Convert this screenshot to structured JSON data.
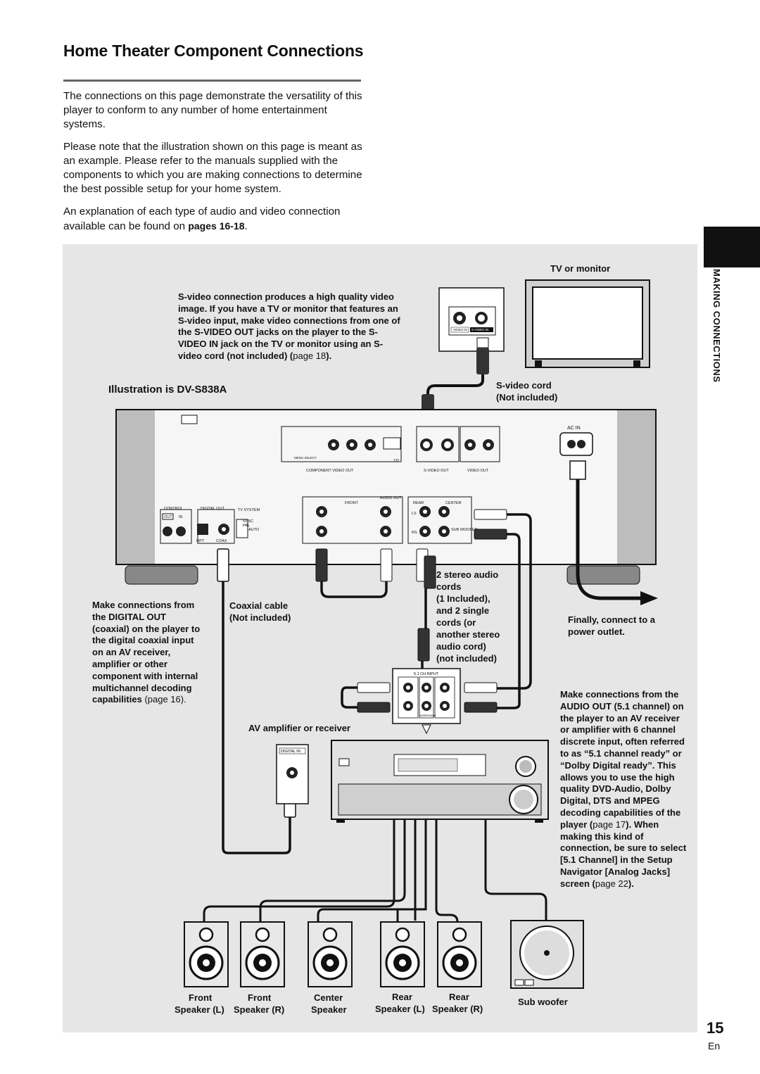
{
  "heading": "Home Theater Component Connections",
  "intro": [
    "The connections on this page demonstrate the versatility of this player to conform to any number of home entertainment systems.",
    "Please note that the illustration shown on this page is meant as an example. Please refer to the manuals supplied with the components to which you are making connections to determine the best possible setup for your home system."
  ],
  "intro3_text": "An explanation of each type of audio and video connection available can be found on ",
  "intro3_pages": "pages 16-18",
  "intro3_end": ".",
  "side_tab": "MAKING CONNECTIONS",
  "page_number": "15",
  "language": "En",
  "diagram": {
    "tv_label": "TV or monitor",
    "svideo_note": "S-video connection produces a high quality video image. If you have a TV or monitor that features an S-video input, make video connections from one of the S-VIDEO OUT jacks on the player to the S-VIDEO IN jack on the TV or monitor using an S-video cord (not included)",
    "svideo_note_page": "page 18",
    "svideo_note_end": ").",
    "illustration_label": "Illustration is DV-S838A",
    "svideo_cord": "S-video cord",
    "not_included": "(Not included)",
    "coax_cable": "Coaxial cable",
    "coax_not_included": "(Not included)",
    "digital_note": "Make connections from the DIGITAL OUT (coaxial) on the player to the digital coaxial input on an AV receiver, amplifier or other component with internal multichannel decoding capabilities",
    "digital_note_page": "(page 16).",
    "stereo_cords": [
      "2 stereo audio",
      "cords",
      "(1 Included),",
      "and 2 single",
      "cords (or",
      "another stereo",
      "audio cord)",
      "(not included)"
    ],
    "power_note": "Finally, connect to a power outlet.",
    "av_receiver": "AV amplifier or receiver",
    "audio_out_note": "Make connections from the AUDIO OUT (5.1 channel) on the player to an AV receiver or amplifier with 6 channel discrete input, often referred to as “5.1 channel ready” or “Dolby Digital ready”. This allows you to use the high quality DVD-Audio, Dolby Digital, DTS and MPEG decoding capabilities of the player",
    "audio_out_note_page": "page 17",
    "audio_out_note_tail": "). When making this kind of connection, be sure to select [5.1 Channel] in the Setup Navigator [Analog Jacks] screen (",
    "audio_out_note_page2": "page 22",
    "audio_out_note_end": ").",
    "speakers": [
      {
        "line1": "Front",
        "line2": "Speaker (L)"
      },
      {
        "line1": "Front",
        "line2": "Speaker (R)"
      },
      {
        "line1": "Center",
        "line2": "Speaker"
      },
      {
        "line1": "Rear",
        "line2": "Speaker (L)"
      },
      {
        "line1": "Rear",
        "line2": "Speaker (R)"
      }
    ],
    "subwoofer": "Sub woofer",
    "panel_labels": {
      "ac_in": "AC IN",
      "component_video_out": "COMPONENT VIDEO OUT",
      "svideo_out": "S-VIDEO OUT",
      "video_out": "VIDEO OUT",
      "audio_out": "AUDIO OUT",
      "front": "FRONT",
      "rear": "REAR",
      "center": "CENTER",
      "control": "CONTROL",
      "digital_out": "DIGITAL OUT",
      "tv_system": "TV SYSTEM",
      "opt": "OPT",
      "coax": "COAX",
      "out": "OUT",
      "in": "IN",
      "ntsc": "NTSC",
      "pal": "PAL",
      "auto": "AUTO",
      "sub_woofer": "SUB WOOFER",
      "ls": "LS",
      "rs": "RS",
      "ch51_input": "5.1 CH INPUT",
      "digital_in": "DIGITAL IN",
      "video_in": "VIDEO IN",
      "svideo_in": "S-VIDEO IN",
      "surround": "SURROUND",
      "d2": "D2",
      "menu_select": "MENU SELECT"
    }
  }
}
